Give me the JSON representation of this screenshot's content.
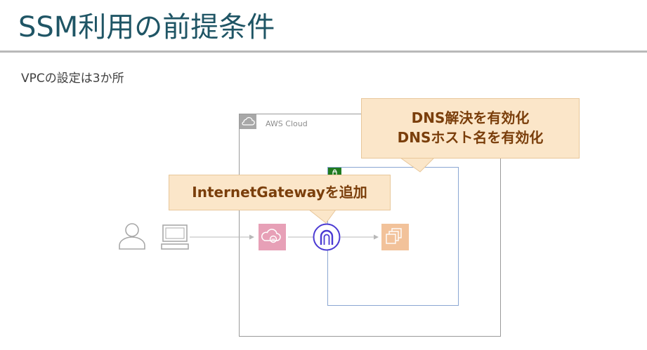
{
  "slide": {
    "title": "SSM利用の前提条件",
    "subtitle": "VPCの設定は3か所"
  },
  "diagram": {
    "aws_cloud_label": "AWS Cloud",
    "callouts": {
      "dns_line1": "DNS解決を有効化",
      "dns_line2": "DNSホスト名を有効化",
      "igw": "InternetGatewayを追加"
    },
    "icons": {
      "user": "user-icon",
      "client": "client-computer-icon",
      "cloud_group": "aws-cloud-icon",
      "vpc_group": "vpc-icon",
      "ssm_endpoint": "systems-manager-icon",
      "internet_gateway": "internet-gateway-icon",
      "instance": "ec2-instance-icon"
    },
    "colors": {
      "title": "#1f5565",
      "callout_fill": "#fbe6c9",
      "callout_text": "#7a3e0b",
      "ssm_icon": "#e7a0b7",
      "igw_icon": "#4b3ad3",
      "instance_icon": "#f2c29a",
      "vpc_badge": "#1f7a1f"
    }
  }
}
